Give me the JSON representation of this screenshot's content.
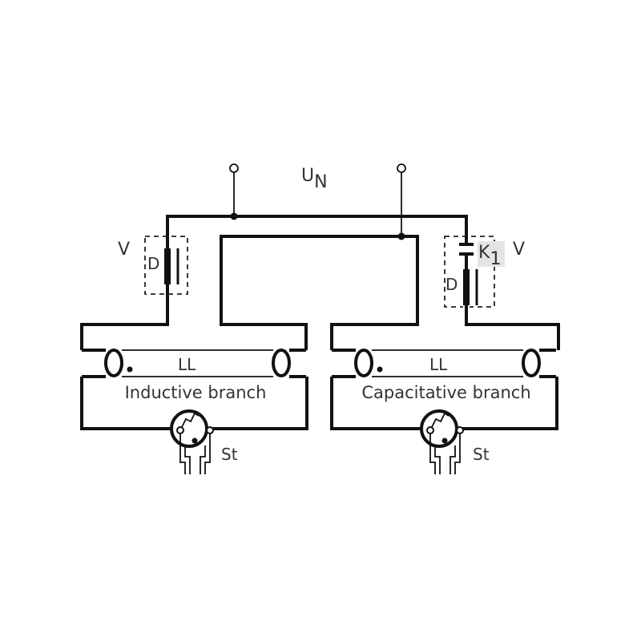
{
  "supply": {
    "label": "U",
    "subscript": "N"
  },
  "inductive": {
    "unit_label": "V",
    "choke_label": "D",
    "lamp_label": "LL",
    "branch_label": "Inductive branch",
    "starter_label": "St"
  },
  "capacitive": {
    "unit_label": "V",
    "capacitor_label": "K",
    "capacitor_subscript": "1",
    "choke_label": "D",
    "lamp_label": "LL",
    "branch_label": "Capacitative branch",
    "starter_label": "St"
  },
  "colors": {
    "wire": "#111111",
    "text": "#333333",
    "label_highlight": "#e4e4e4"
  }
}
